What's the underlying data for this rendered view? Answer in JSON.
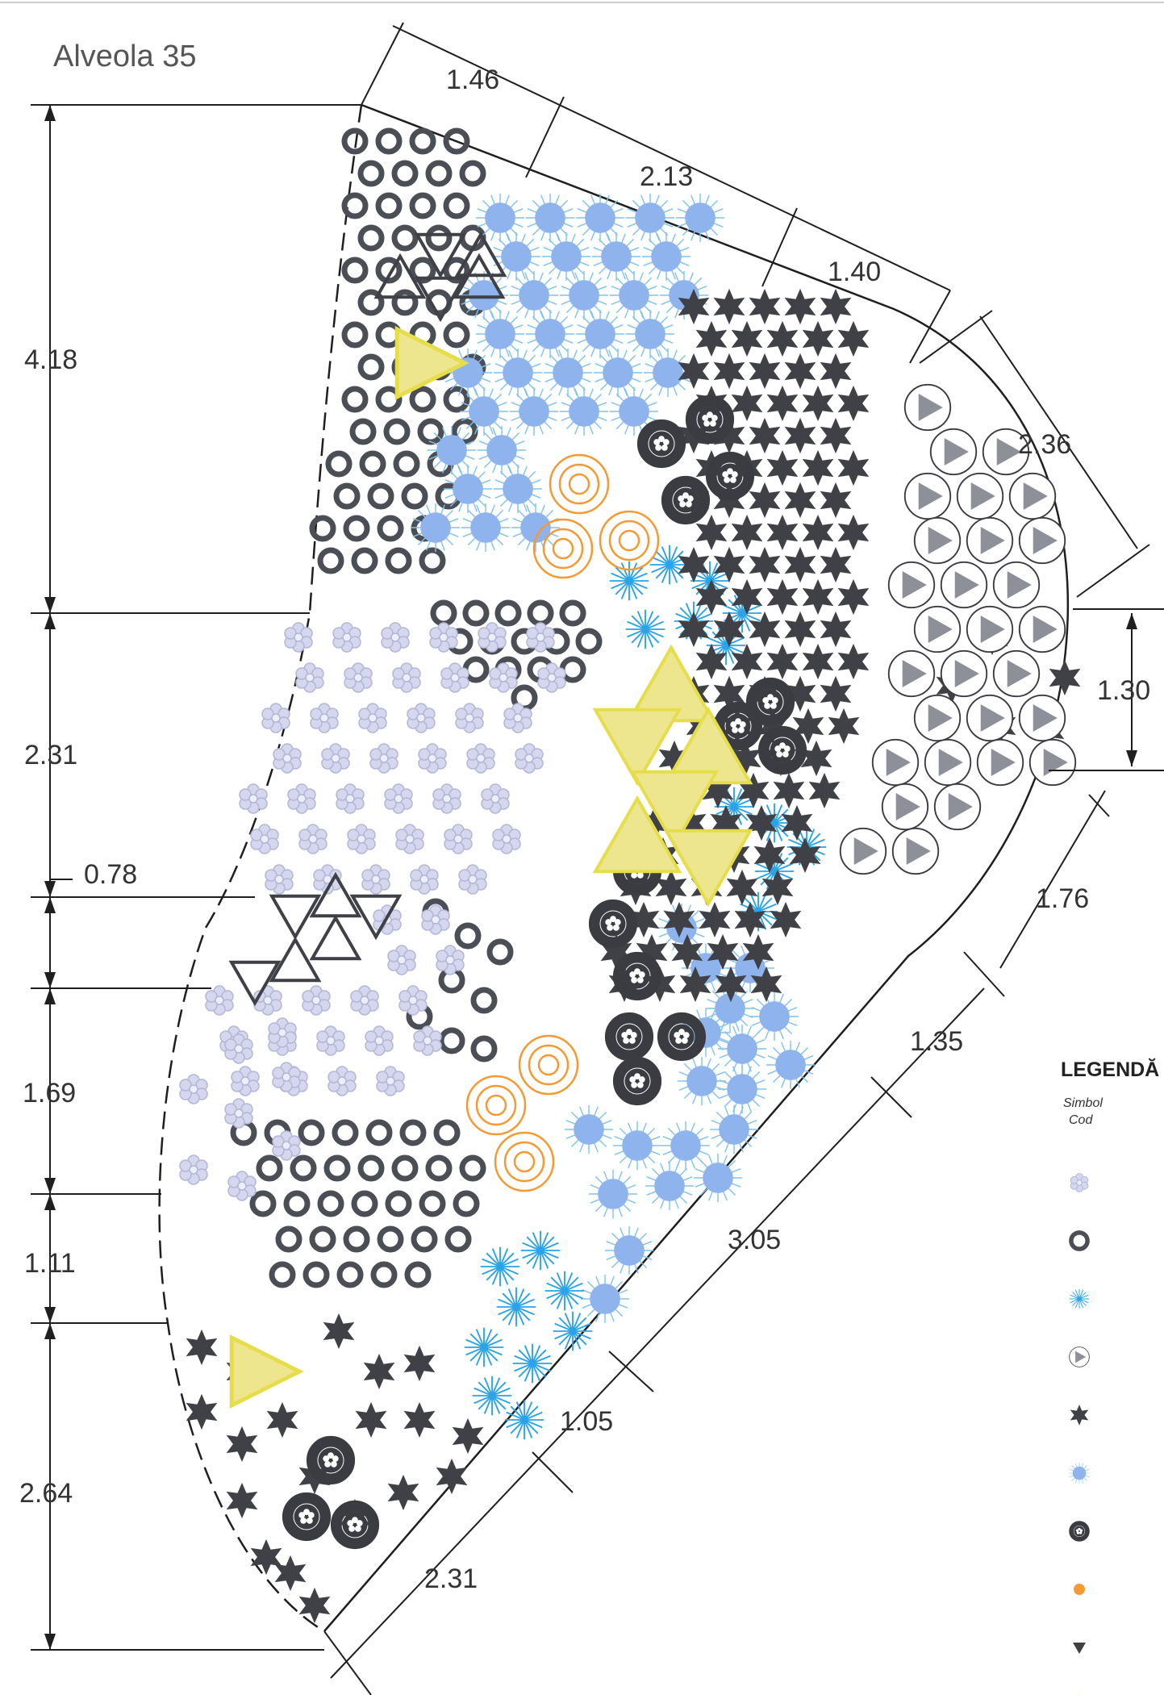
{
  "title": "Alveola 35",
  "dimensions": {
    "top1": "1.46",
    "top2": "2.13",
    "top3": "1.40",
    "right1": "2.36",
    "right2": "1.30",
    "right3": "1.76",
    "bottom1": "1.35",
    "bottom2": "3.05",
    "bottom3": "1.05",
    "bottom4": "2.31",
    "left1": "4.18",
    "left2": "2.31",
    "left3": "0.78",
    "left4": "1.69",
    "left5": "1.11",
    "left6": "2.64"
  },
  "legend": {
    "title": "LEGENDĂ",
    "col1": "Simbol",
    "col2": "Cod",
    "items": [
      {
        "icon": "flower-light-icon",
        "color": "#c9cbe6"
      },
      {
        "icon": "ring-icon",
        "color": "#4b4e55"
      },
      {
        "icon": "starburst-icon",
        "color": "#2aa3e8"
      },
      {
        "icon": "circle-triangle-icon",
        "color": "#8e9099"
      },
      {
        "icon": "star-dark-icon",
        "color": "#3f4147"
      },
      {
        "icon": "blue-sun-icon",
        "color": "#8fb3ec"
      },
      {
        "icon": "dark-ring-flower-icon",
        "color": "#3a3c41"
      },
      {
        "icon": "orange-dot-icon",
        "color": "#f39a35"
      },
      {
        "icon": "dark-triangle-icon",
        "color": "#3f4147"
      },
      {
        "icon": "yellow-triangle-icon",
        "color": "#e6dd4a"
      }
    ]
  },
  "colors": {
    "line": "#1f1f1f",
    "ring": "#4b4e55",
    "flower": "#c9cbe6",
    "star": "#3f4147",
    "blue": "#8fb3ec",
    "cyan": "#2aa3e8",
    "orange": "#f39a35",
    "yellow": "#e6dd4a"
  }
}
